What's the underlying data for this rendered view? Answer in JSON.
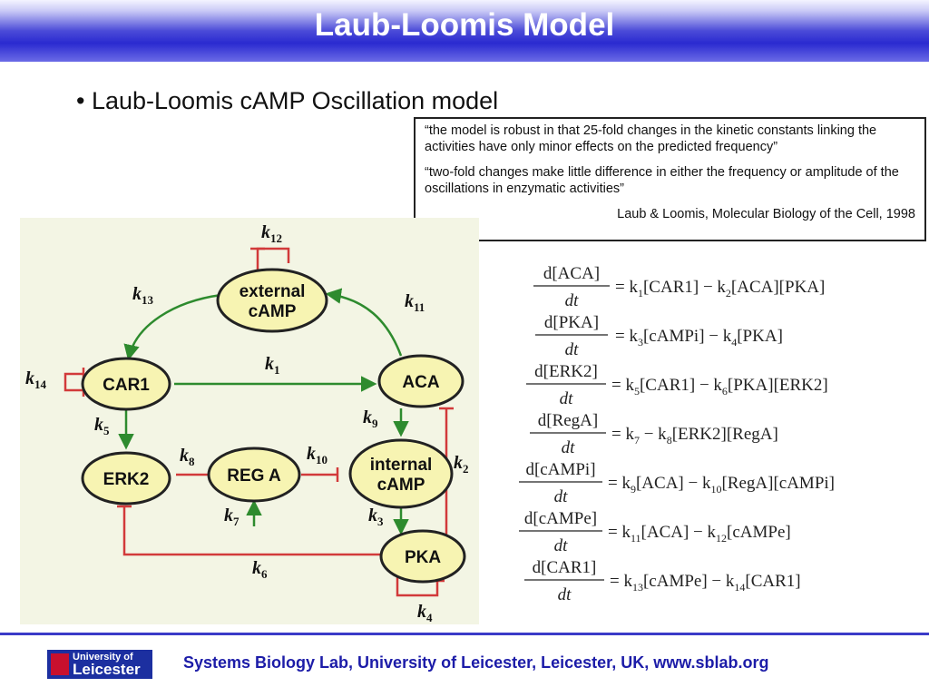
{
  "slide": {
    "title": "Laub-Loomis Model",
    "bullet": "• Laub-Loomis cAMP Oscillation model"
  },
  "quote": {
    "q1": "“the model is robust in that 25-fold changes in the kinetic constants linking the activities have only minor effects on the predicted frequency”",
    "q2": "“two-fold changes make little difference in either the frequency or amplitude of the oscillations in enzymatic activities”",
    "citation": "Laub & Loomis, Molecular Biology of the Cell, 1998"
  },
  "diagram": {
    "nodes": {
      "ext_camp_l1": "external",
      "ext_camp_l2": "cAMP",
      "car1": "CAR1",
      "aca": "ACA",
      "erk2": "ERK2",
      "rega": "REG A",
      "int_camp_l1": "internal",
      "int_camp_l2": "cAMP",
      "pka": "PKA"
    },
    "rates": {
      "k1": "1",
      "k2": "2",
      "k3": "3",
      "k4": "4",
      "k5": "5",
      "k6": "6",
      "k7": "7",
      "k8": "8",
      "k9": "9",
      "k10": "10",
      "k11": "11",
      "k12": "12",
      "k13": "13",
      "k14": "14"
    },
    "colors": {
      "background": "#f3f5e4",
      "node_fill": "#f7f4b2",
      "activation": "#2e8b2e",
      "inhibition": "#d23a3a"
    }
  },
  "equations": [
    {
      "num": "d[ACA]",
      "den": "dt",
      "rhs_a": "= k",
      "sub1": "1",
      "rhs_b": "[CAR1] − k",
      "sub2": "2",
      "rhs_c": "[ACA][PKA]"
    },
    {
      "num": "d[PKA]",
      "den": "dt",
      "rhs_a": "= k",
      "sub1": "3",
      "rhs_b": "[cAMPi] − k",
      "sub2": "4",
      "rhs_c": "[PKA]"
    },
    {
      "num": "d[ERK2]",
      "den": "dt",
      "rhs_a": "= k",
      "sub1": "5",
      "rhs_b": "[CAR1] − k",
      "sub2": "6",
      "rhs_c": "[PKA][ERK2]"
    },
    {
      "num": "d[RegA]",
      "den": "dt",
      "rhs_a": "= k",
      "sub1": "7",
      "rhs_b": " − k",
      "sub2": "8",
      "rhs_c": "[ERK2][RegA]"
    },
    {
      "num": "d[cAMPi]",
      "den": "dt",
      "rhs_a": "= k",
      "sub1": "9",
      "rhs_b": "[ACA] − k",
      "sub2": "10",
      "rhs_c": "[RegA][cAMPi]"
    },
    {
      "num": "d[cAMPe]",
      "den": "dt",
      "rhs_a": "= k",
      "sub1": "11",
      "rhs_b": "[ACA] − k",
      "sub2": "12",
      "rhs_c": "[cAMPe]"
    },
    {
      "num": "d[CAR1]",
      "den": "dt",
      "rhs_a": "= k",
      "sub1": "13",
      "rhs_b": "[cAMPe] − k",
      "sub2": "14",
      "rhs_c": "[CAR1]"
    }
  ],
  "footer": {
    "logo_line1": "University of",
    "logo_line2": "Leicester",
    "text": "Systems Biology Lab, University of Leicester, Leicester, UK, www.sblab.org"
  }
}
